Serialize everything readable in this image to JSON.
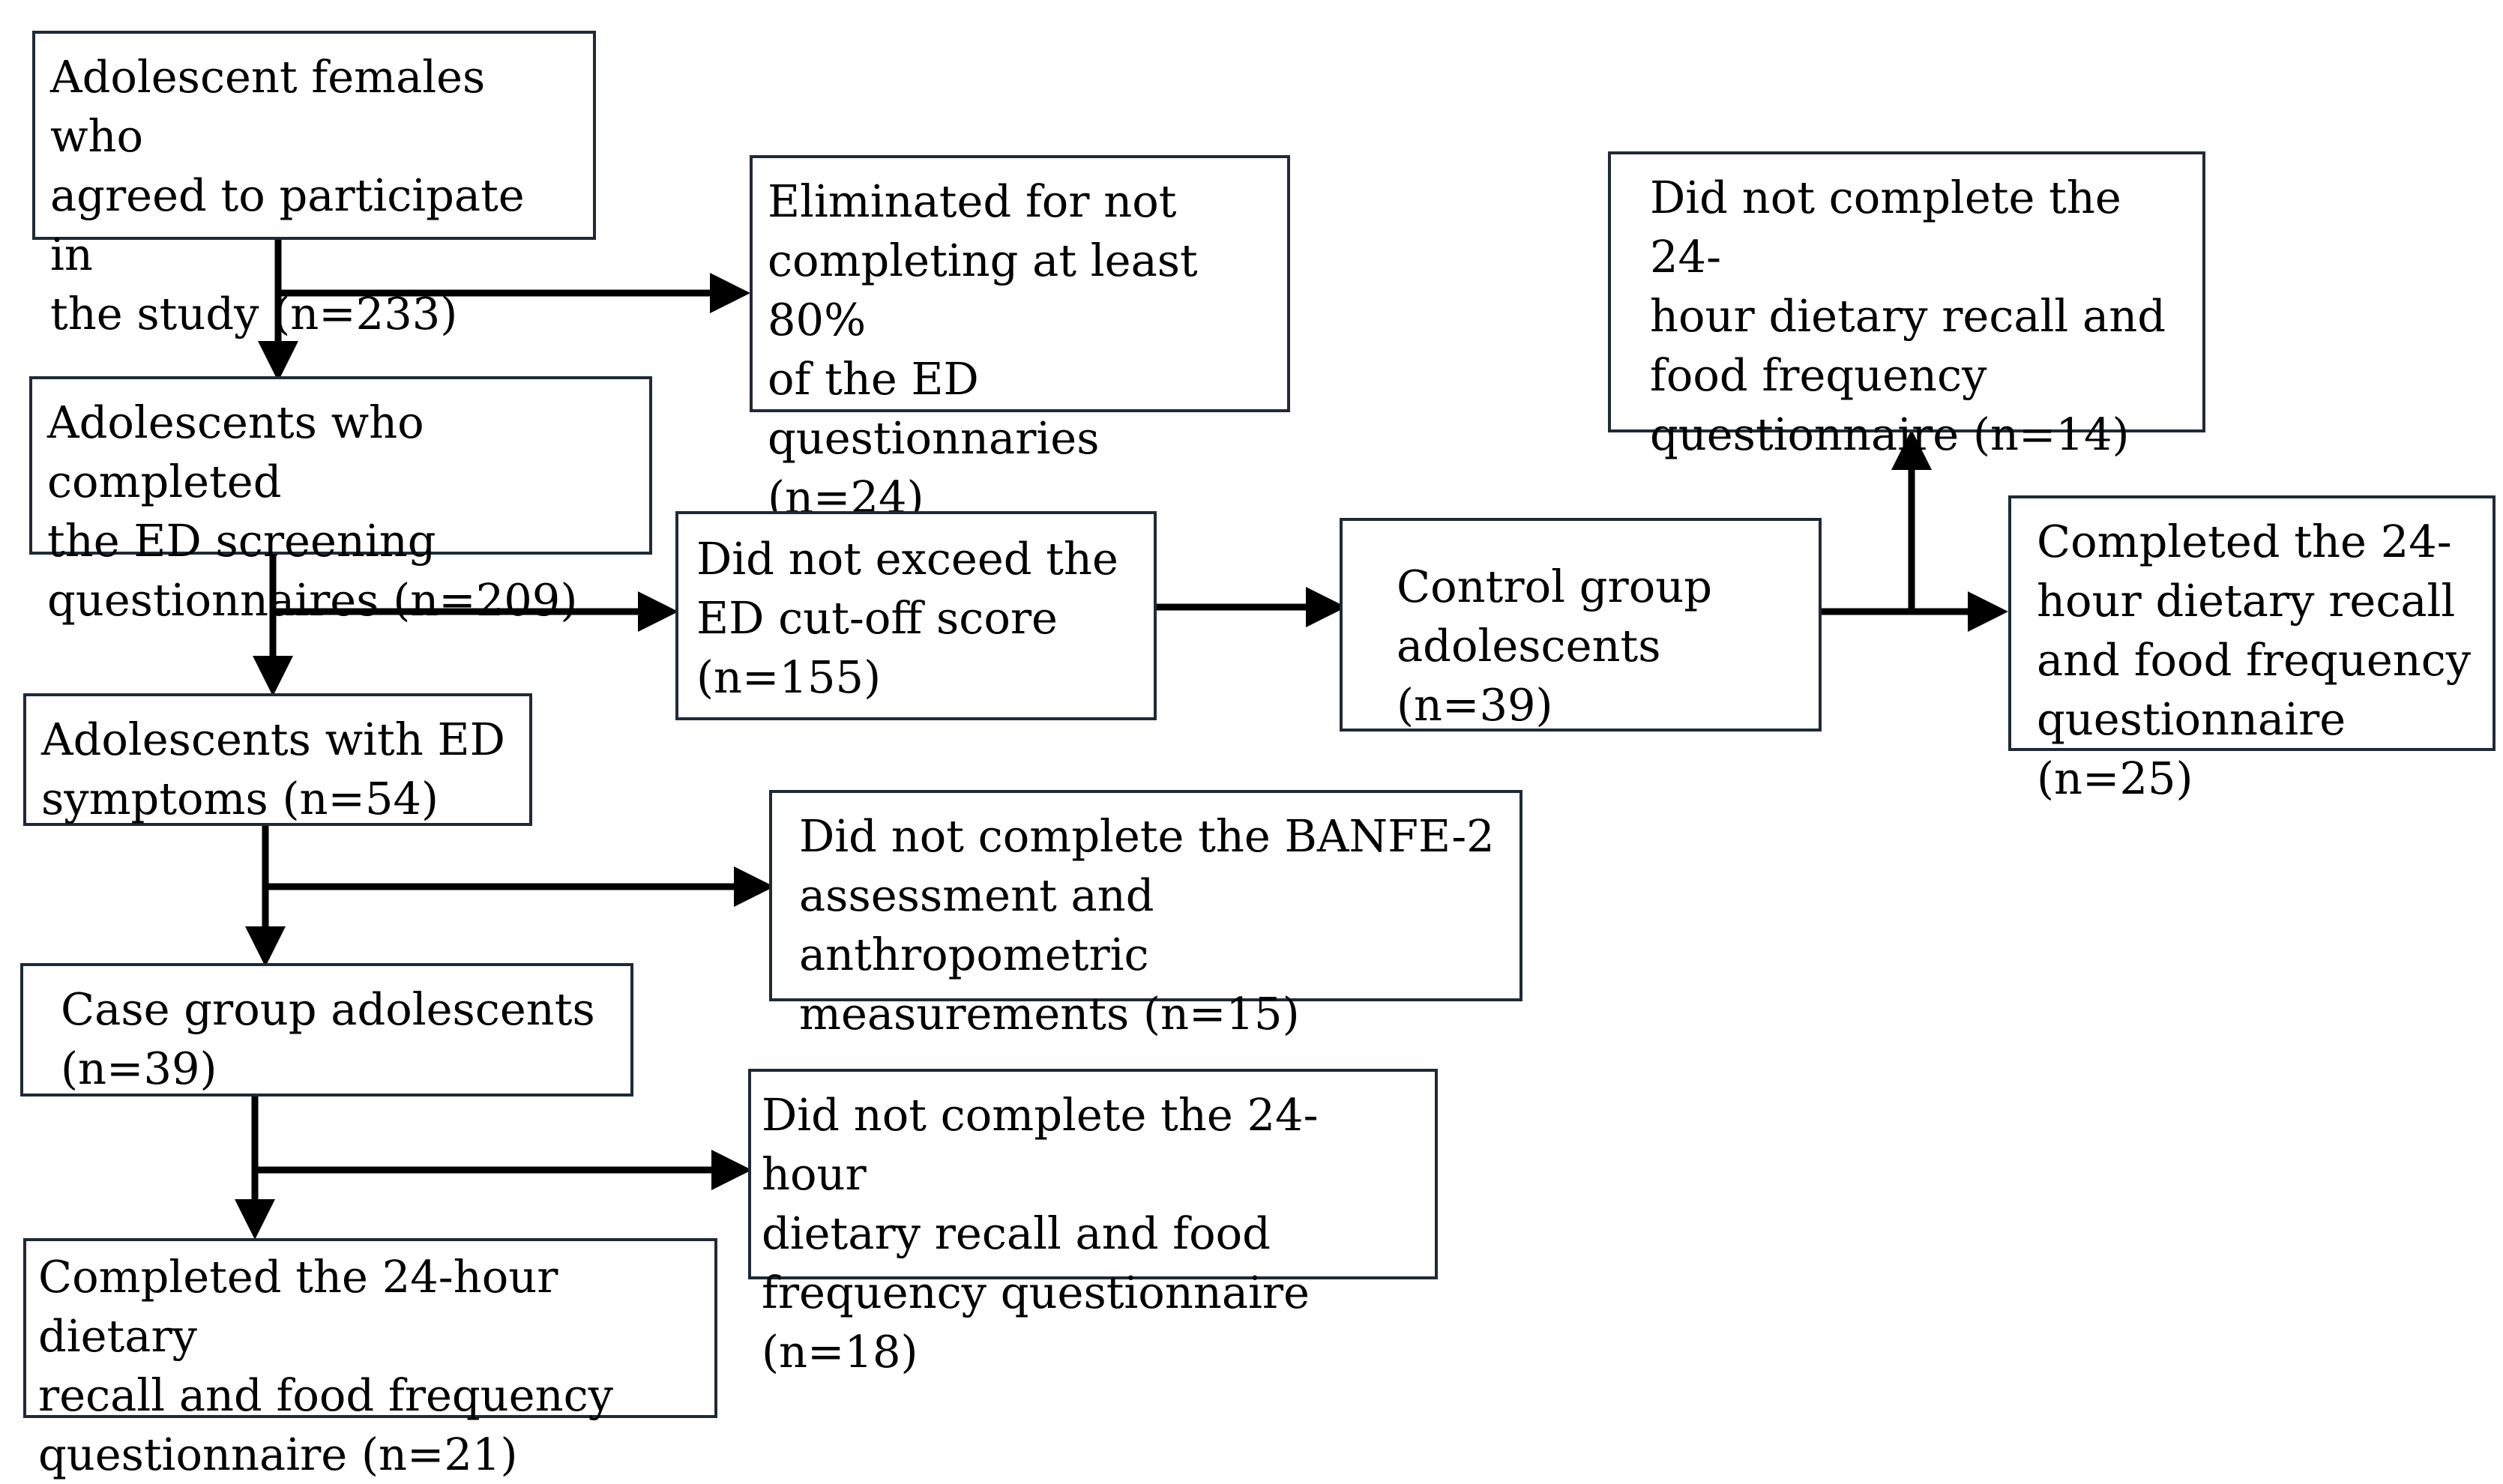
{
  "nodes": {
    "participants": "Adolescent females who\nagreed to participate in\nthe study (n=233)",
    "eliminated": "Eliminated for not\ncompleting at least 80%\nof the ED questionnaries\n(n=24)",
    "completed_screening": "Adolescents who completed\nthe ED screening\nquestionnaires (n=209)",
    "not_exceed": "Did not exceed the\nED cut-off score\n(n=155)",
    "control_group": "Control group\nadolescents (n=39)",
    "control_not_complete": "Did not complete the 24-\nhour dietary recall and\nfood frequency\nquestionnaire (n=14)",
    "control_completed": "Completed the 24-\nhour dietary recall\nand food frequency\nquestionnaire (n=25)",
    "ed_symptoms": "Adolescents with ED\nsymptoms (n=54)",
    "banfe_not_complete": "Did not complete the BANFE-2\nassessment and anthropometric\nmeasurements (n=15)",
    "case_group": "Case group adolescents\n(n=39)",
    "case_not_complete": "Did not complete the 24-hour\ndietary recall and food\nfrequency questionnaire (n=18)",
    "case_completed": "Completed the 24-hour dietary\nrecall and food frequency\nquestionnaire (n=21)"
  },
  "colors": {
    "box_border": "#1f2a38",
    "arrow": "#000000",
    "background": "#ffffff"
  }
}
